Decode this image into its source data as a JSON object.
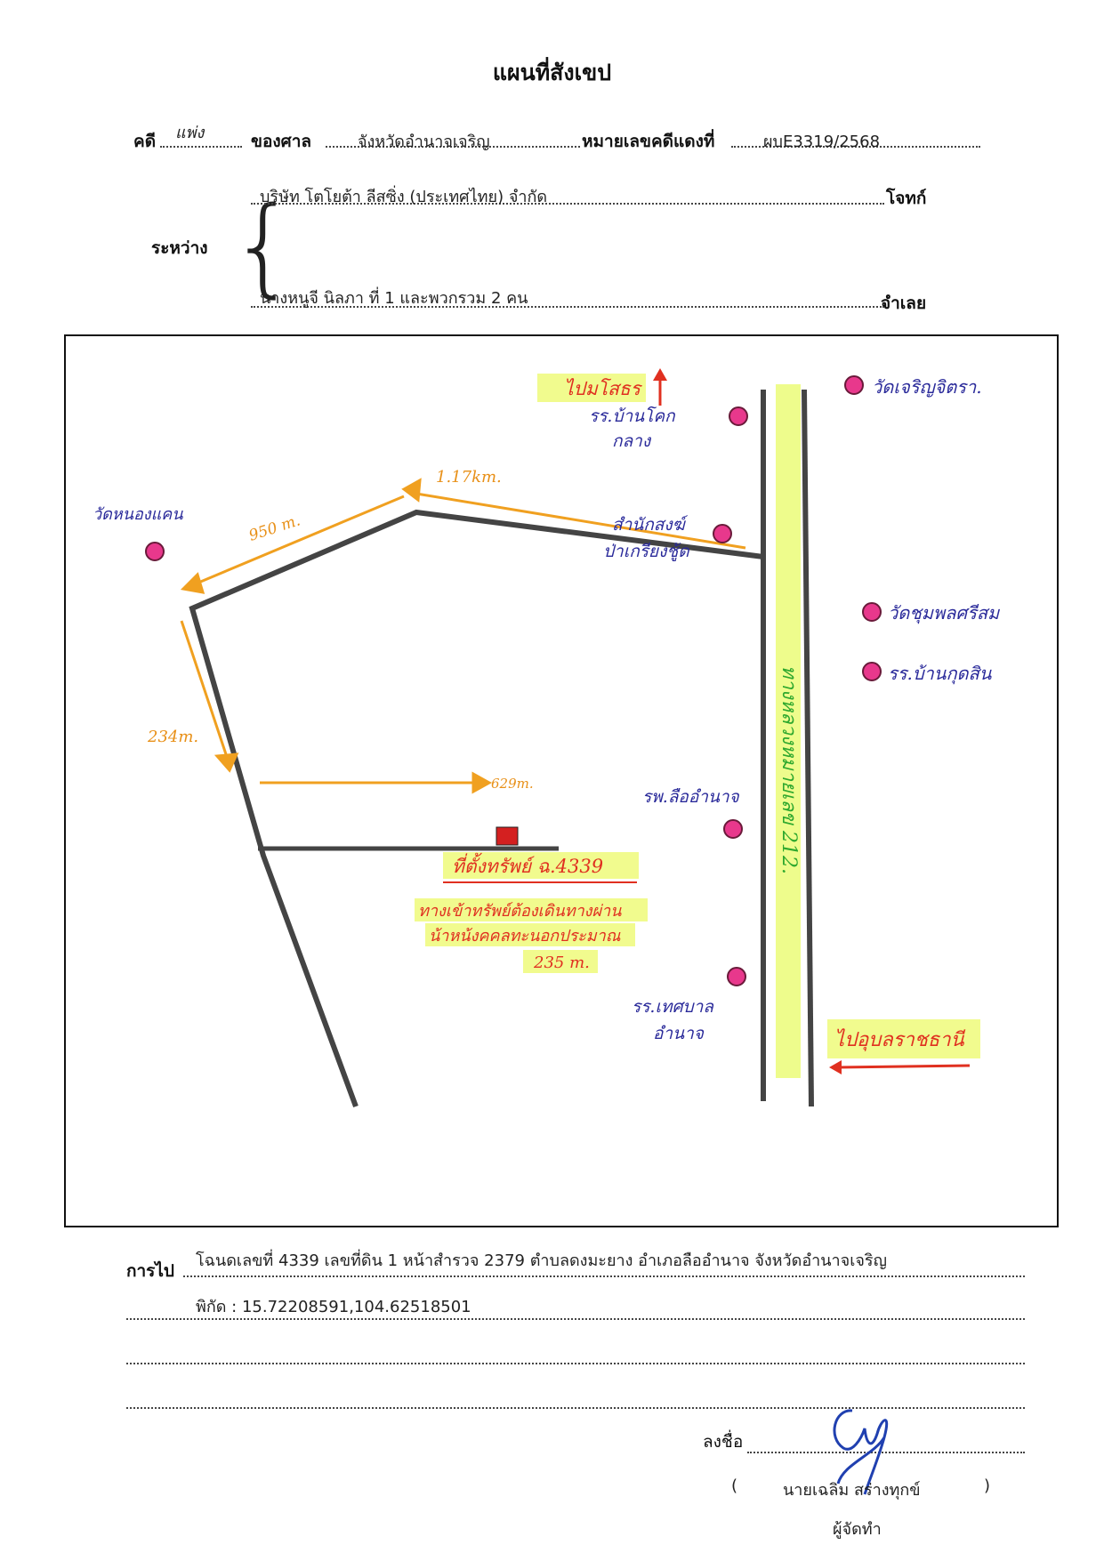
{
  "header": {
    "title": "แผนที่สังเขป",
    "case_label": "คดี",
    "case_value": "แพ่ง",
    "court_label": "ของศาล",
    "court_value": "จังหวัดอำนาจเจริญ",
    "red_no_label": "หมายเลขคดีแดงที่",
    "red_no_value": "ผบE3319/2568"
  },
  "parties": {
    "between_label": "ระหว่าง",
    "plaintiff_name": "บริษัท โตโยต้า ลีสซิ่ง (ประเทศไทย) จำกัด",
    "plaintiff_label": "โจทก์",
    "defendant_name": "นางหนูจี นิลภา ที่ 1 และพวกรวม 2 คน",
    "defendant_label": "จำเลย"
  },
  "map": {
    "to_top": "ไปมโสธร",
    "to_bottom": "ไปอุบลราชธานี",
    "highway": "ทางหลวงหมายเลข 212.",
    "places": {
      "wat_charoen": "วัดเจริญจิตรา.",
      "school_khok": "รร.บ้านโคก",
      "school_khok2": "กลาง",
      "samnak": "สำนักสงฆ์",
      "samnak2": "ป่าเกรียงชู้ด",
      "wat_nong": "วัดหนองแคน",
      "wat_chum": "วัดชุมพลศรีสม",
      "school_kut": "รร.บ้านกุดสิน",
      "hospital": "รพ.ลืออำนาจ",
      "school_tesaban": "รร.เทศบาล",
      "school_tesaban2": "อำนาจ"
    },
    "distances": {
      "d1": "1.17km.",
      "d2": "950 m.",
      "d3": "234m.",
      "d4": "629m."
    },
    "property": {
      "title": "ที่ตั้งทรัพย์ ฉ.4339",
      "note1": "ทางเข้าทรัพย์ต้องเดินทางผ่าน",
      "note2": "น้าหน้งคคลทะนอกประมาณ",
      "note3": "235 m."
    }
  },
  "footer": {
    "directions_label": "การไป",
    "directions_text": "โฉนดเลขที่ 4339 เลขที่ดิน 1 หน้าสำรวจ 2379 ตำบลดงมะยาง อำเภอลืออำนาจ จังหวัดอำนาจเจริญ",
    "coords_text": "พิกัด : 15.72208591,104.62518501",
    "sign_label": "ลงชื่อ",
    "signer_open": "(",
    "signer_name": "นายเฉลิม  สร่างทุกข์",
    "signer_close": ")",
    "signer_role": "ผู้จัดทำ"
  }
}
